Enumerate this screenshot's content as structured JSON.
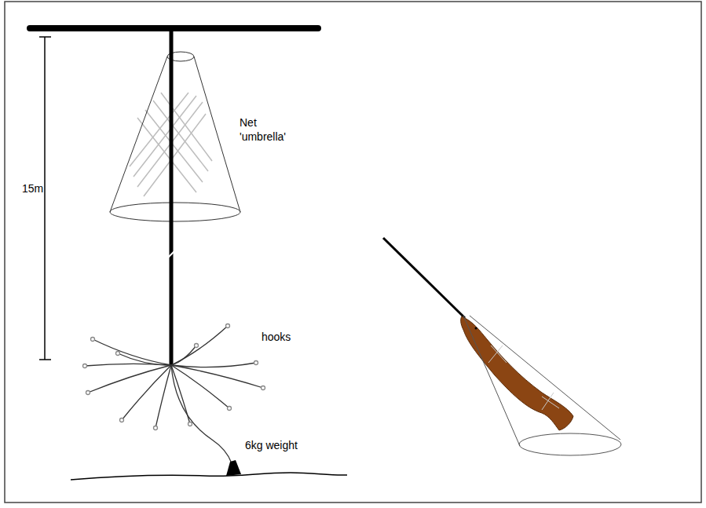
{
  "diagram": {
    "labels": [
      "15m",
      "Net 'umbrella'",
      "hooks",
      "6kg weight"
    ]
  }
}
